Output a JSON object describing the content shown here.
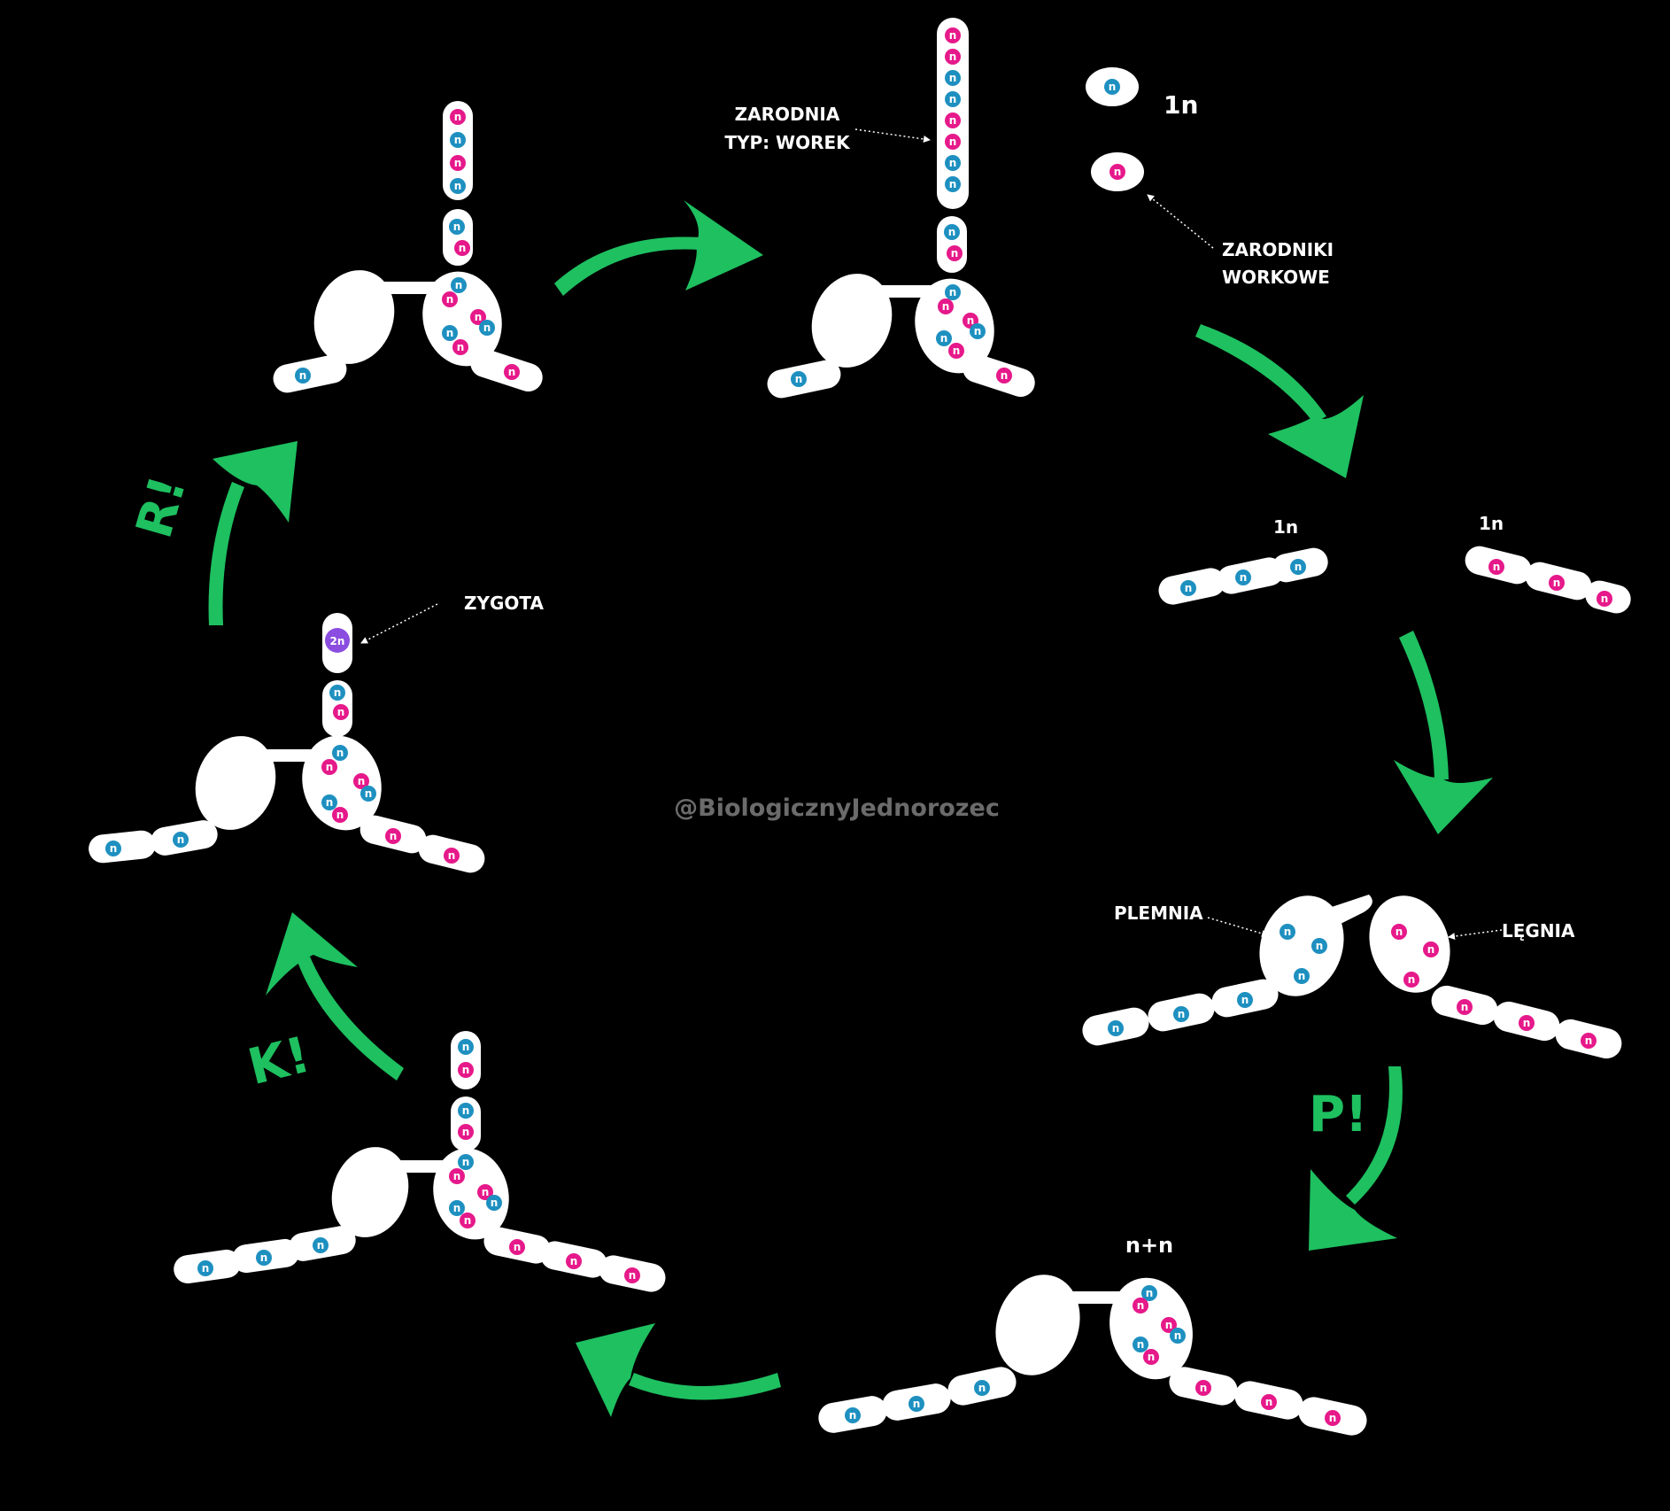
{
  "labels": {
    "zarodnia_line1": "ZARODNIA",
    "zarodnia_line2": "TYP: WOREK",
    "zarodniki_line1": "ZARODNIKI",
    "zarodniki_line2": "WORKOWE",
    "spore_ploidy": "1n",
    "hypha_ploidy_left": "1n",
    "hypha_ploidy_right": "1n",
    "plemnia": "PLEMNIA",
    "legnia": "LĘGNIA",
    "dikaryon": "n+n",
    "zygota": "ZYGOTA",
    "zygote_nucleus": "2n",
    "nucleus": "n",
    "phase_p": "P!",
    "phase_k": "K!",
    "phase_r": "R!",
    "watermark": "@BiologicznyJednorozec"
  },
  "colors": {
    "background": "#000000",
    "cell": "#ffffff",
    "nucleus_blue": "#1e90c0",
    "nucleus_pink": "#e6198a",
    "nucleus_2n": "#8a4de0",
    "arrow": "#1ec060",
    "watermark": "#6b6b6b"
  }
}
